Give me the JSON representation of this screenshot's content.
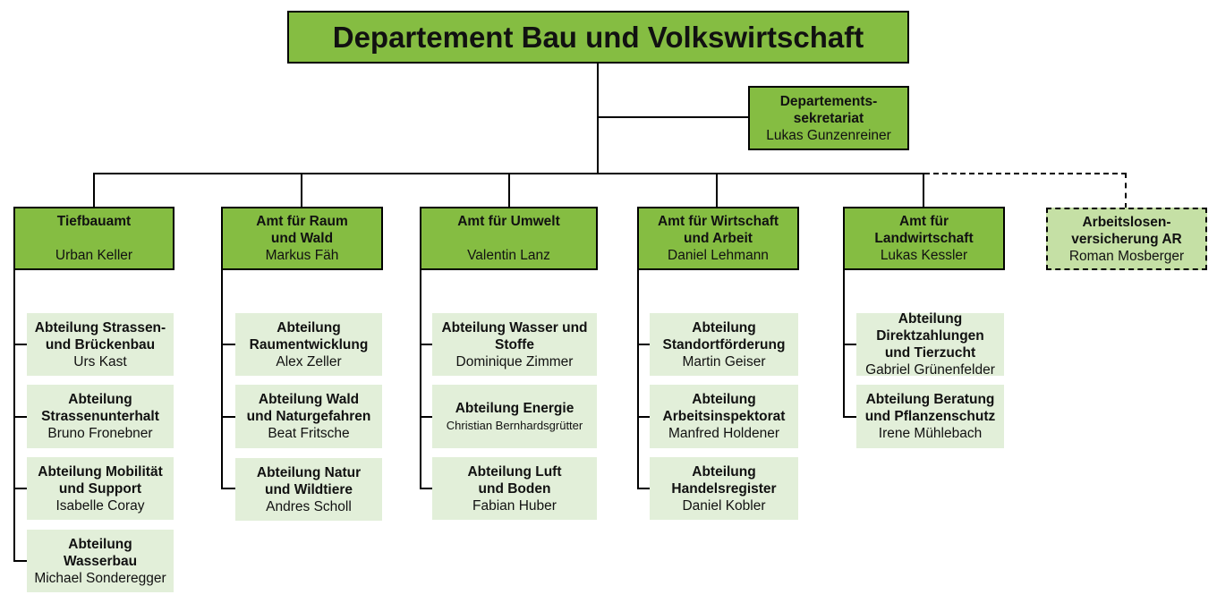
{
  "title": "Departement Bau und Volkswirtschaft",
  "secretariat": {
    "name": "Departements-\nsekretariat",
    "person": "Lukas Gunzenreiner"
  },
  "offices": [
    {
      "name": "Tiefbauamt",
      "person": "Urban Keller",
      "departments": [
        {
          "name": "Abteilung Strassen-\nund Brückenbau",
          "person": "Urs Kast"
        },
        {
          "name": "Abteilung\nStrassenunterhalt",
          "person": "Bruno Fronebner"
        },
        {
          "name": "Abteilung Mobilität\nund Support",
          "person": "Isabelle Coray"
        },
        {
          "name": "Abteilung\nWasserbau",
          "person": "Michael Sonderegger"
        }
      ]
    },
    {
      "name": "Amt für Raum\nund Wald",
      "person": "Markus Fäh",
      "departments": [
        {
          "name": "Abteilung\nRaumentwicklung",
          "person": "Alex Zeller"
        },
        {
          "name": "Abteilung Wald\nund Naturgefahren",
          "person": "Beat Fritsche"
        },
        {
          "name": "Abteilung Natur\nund Wildtiere",
          "person": "Andres Scholl"
        }
      ]
    },
    {
      "name": "Amt für Umwelt",
      "person": "Valentin Lanz",
      "departments": [
        {
          "name": "Abteilung Wasser und\nStoffe",
          "person": "Dominique Zimmer"
        },
        {
          "name": "Abteilung Energie",
          "person": "Christian Bernhardsgrütter"
        },
        {
          "name": "Abteilung Luft\nund Boden",
          "person": "Fabian Huber"
        }
      ]
    },
    {
      "name": "Amt für Wirtschaft\nund Arbeit",
      "person": "Daniel Lehmann",
      "departments": [
        {
          "name": "Abteilung\nStandortförderung",
          "person": "Martin Geiser"
        },
        {
          "name": "Abteilung\nArbeitsinspektorat",
          "person": "Manfred Holdener"
        },
        {
          "name": "Abteilung\nHandelsregister",
          "person": "Daniel Kobler"
        }
      ]
    },
    {
      "name": "Amt für\nLandwirtschaft",
      "person": "Lukas Kessler",
      "departments": [
        {
          "name": "Abteilung\nDirektzahlungen\nund Tierzucht",
          "person": "Gabriel Grünenfelder"
        },
        {
          "name": "Abteilung Beratung\nund Pflanzenschutz",
          "person": "Irene Mühlebach"
        }
      ]
    }
  ],
  "affiliated": {
    "name": "Arbeitslosen-\nversicherung AR",
    "person": "Roman Mosberger"
  }
}
